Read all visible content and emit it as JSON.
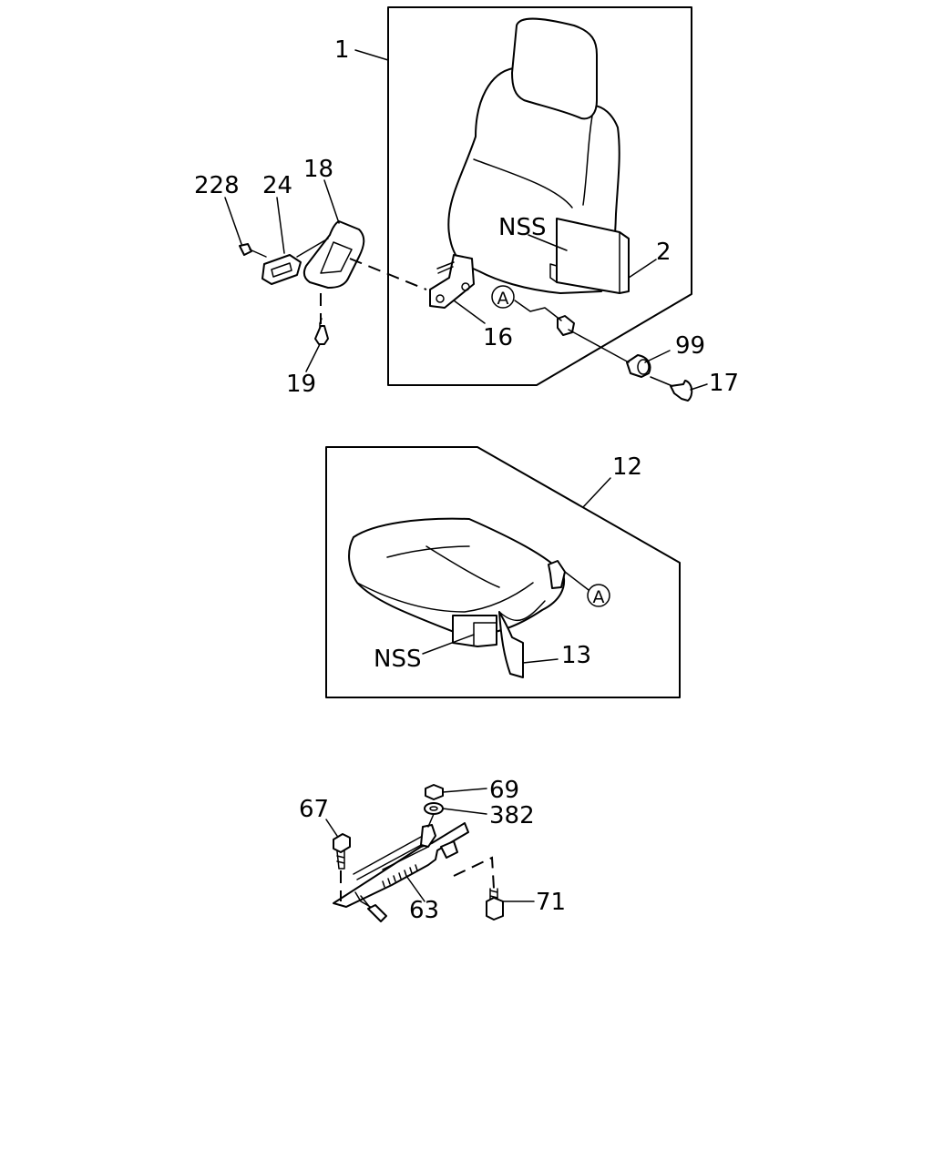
{
  "labels": {
    "p1": "1",
    "p2": "2",
    "p12": "12",
    "p13": "13",
    "p16": "16",
    "p17": "17",
    "p18": "18",
    "p19": "19",
    "p24": "24",
    "p63": "63",
    "p67": "67",
    "p69": "69",
    "p71": "71",
    "p99": "99",
    "p228": "228",
    "p382": "382",
    "nss_back": "NSS",
    "nss_cushion": "NSS",
    "ref_a_back": "A",
    "ref_a_cushion": "A"
  }
}
